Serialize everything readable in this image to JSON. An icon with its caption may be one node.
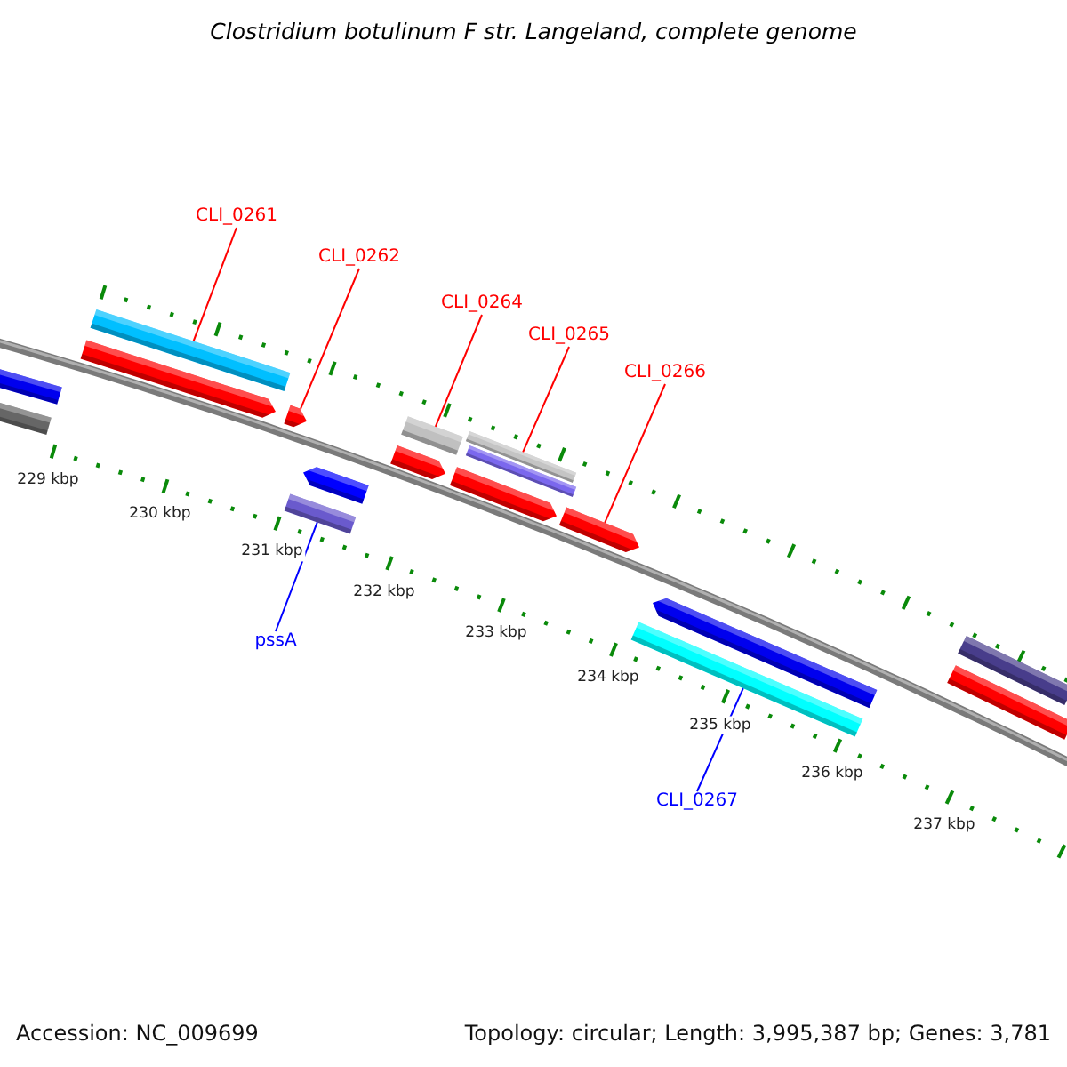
{
  "diagram": {
    "title": "Clostridium botulinum F str. Langeland, complete genome",
    "nodes": [
      {
        "text": [
          "CLI_0261"
        ]
      },
      {
        "text": [
          "CLI_0262"
        ]
      },
      {
        "text": [
          "CLI_0264"
        ]
      },
      {
        "text": [
          "CLI_0265"
        ]
      },
      {
        "text": [
          "CLI_0266"
        ]
      },
      {
        "text": [
          "pssA"
        ]
      },
      {
        "text": [
          "CLI_0267"
        ]
      },
      {
        "text": [],
        "shape": "bar"
      },
      {
        "text": [],
        "shape": "bar"
      },
      {
        "text": [],
        "shape": "bar"
      },
      {
        "text": [],
        "shape": "arrow"
      },
      {
        "text": [],
        "shape": "arrow"
      },
      {
        "text": [],
        "shape": "arrow"
      },
      {
        "text": [],
        "shape": "bar"
      },
      {
        "text": [],
        "shape": "bar"
      },
      {
        "text": [],
        "shape": "arrow"
      },
      {
        "text": [],
        "shape": "bar"
      },
      {
        "text": [],
        "shape": "bar"
      },
      {
        "text": [],
        "shape": "arrow"
      },
      {
        "text": [],
        "shape": "arrow"
      },
      {
        "text": [],
        "shape": "arrow"
      },
      {
        "text": [],
        "shape": "bar"
      },
      {
        "text": [],
        "shape": "bar"
      },
      {
        "text": [],
        "shape": "bar"
      }
    ],
    "edges": [
      {
        "from": 0,
        "to": 9,
        "arrow": "none"
      },
      {
        "from": 1,
        "to": 11,
        "arrow": "none"
      },
      {
        "from": 2,
        "to": 14,
        "arrow": "none"
      },
      {
        "from": 3,
        "to": 16,
        "arrow": "none"
      },
      {
        "from": 4,
        "to": 19,
        "arrow": "none"
      },
      {
        "from": 5,
        "to": 13,
        "arrow": "none",
        "color": "#0000ff"
      },
      {
        "from": 6,
        "to": 21,
        "arrow": "none",
        "color": "#0000ff"
      }
    ],
    "labels": [
      "229 kbp",
      "230 kbp",
      "231 kbp",
      "232 kbp",
      "233 kbp",
      "234 kbp",
      "235 kbp",
      "236 kbp",
      "237 kbp",
      "Accession: NC_009699",
      "Topology: circular; Length: 3,995,387 bp; Genes: 3,781"
    ]
  }
}
